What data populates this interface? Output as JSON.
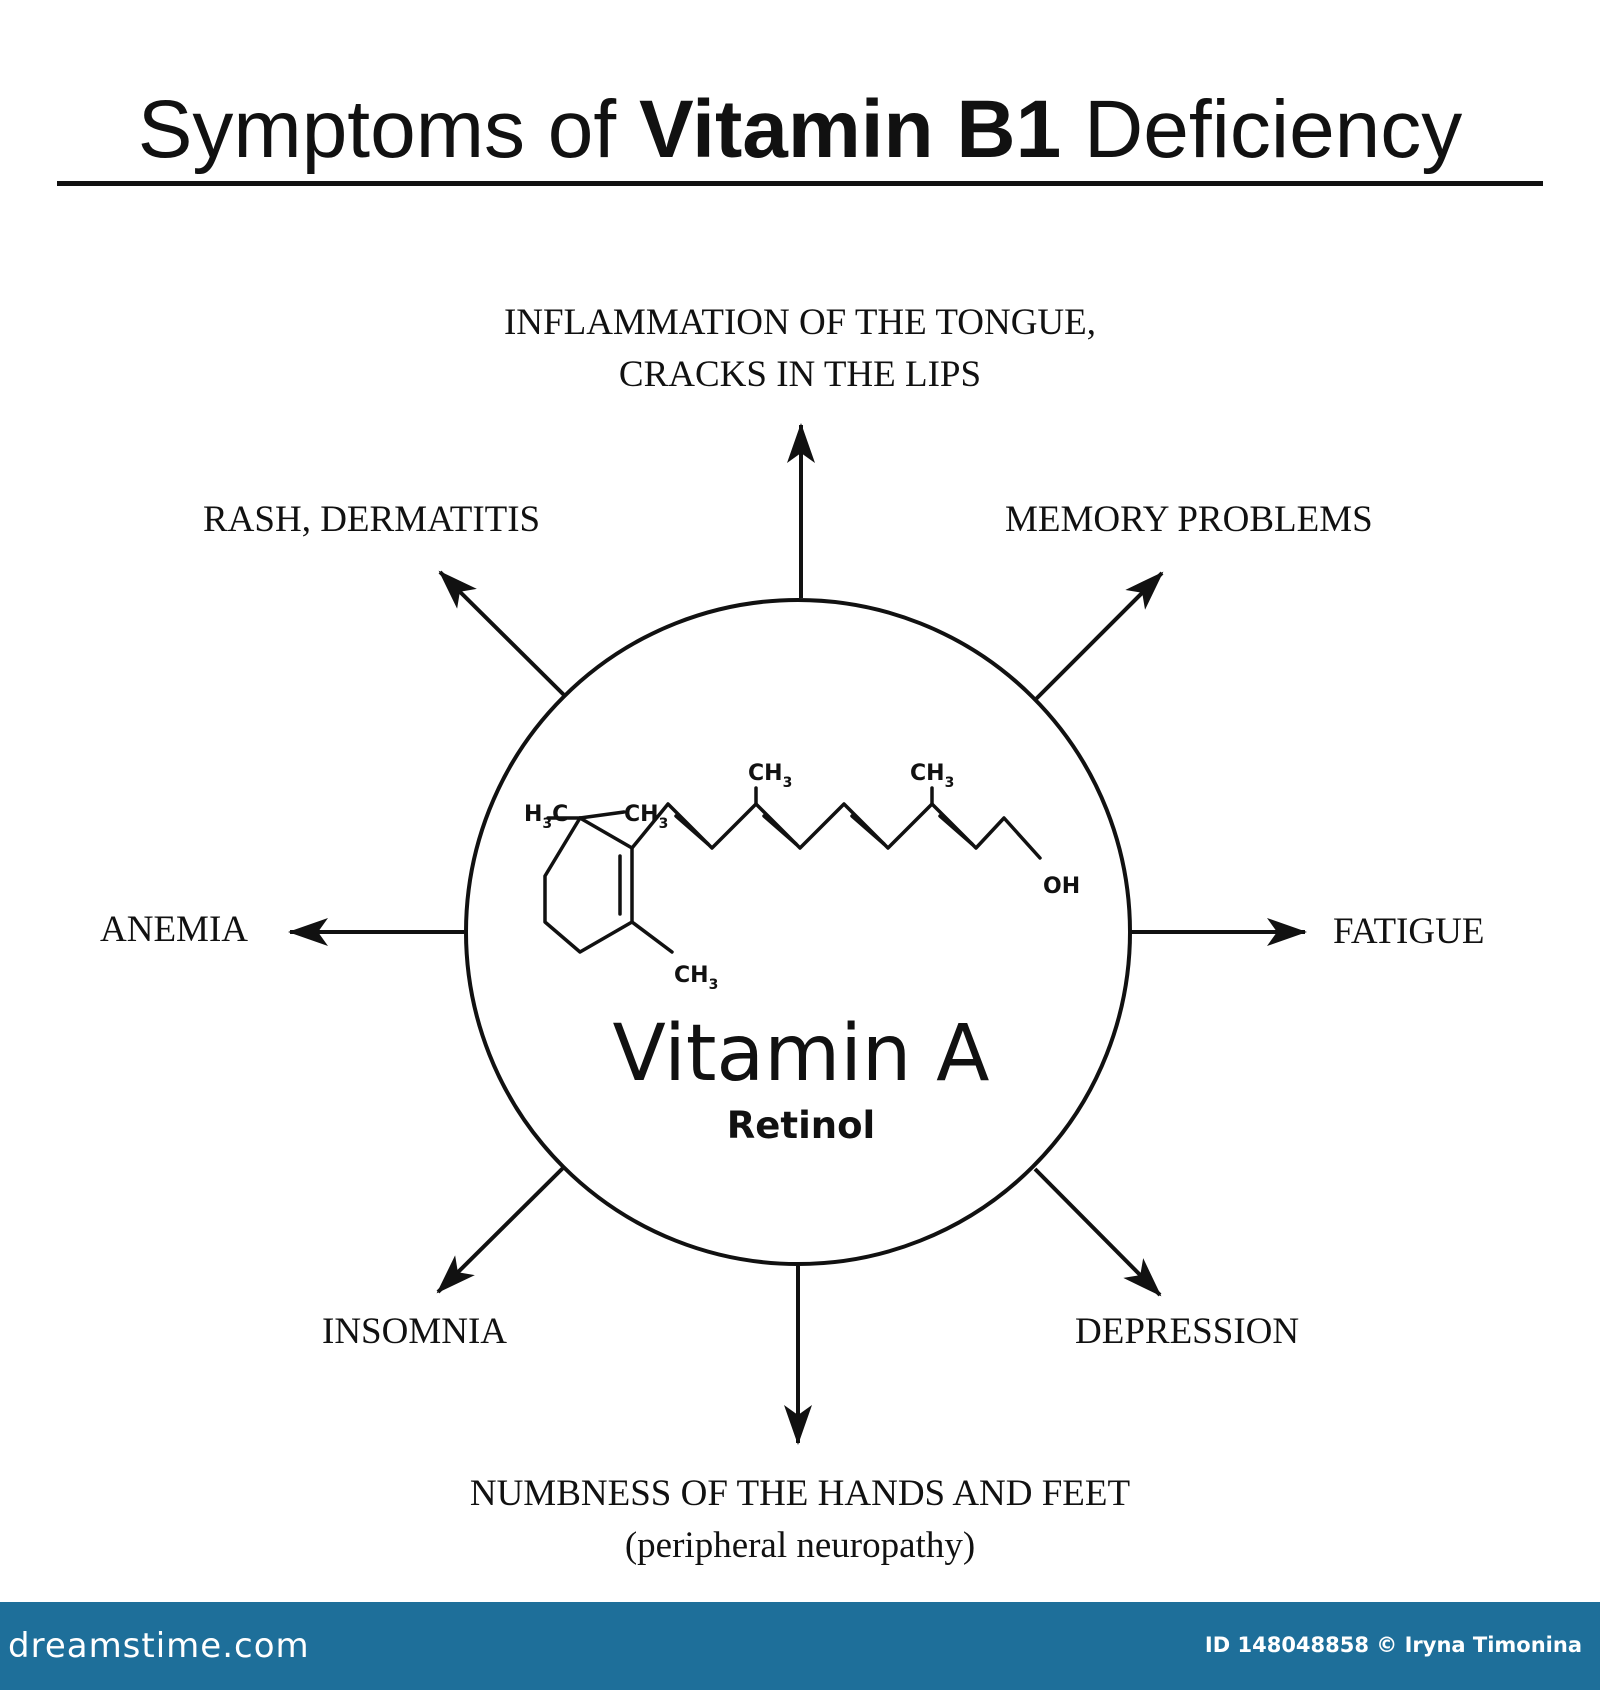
{
  "title": {
    "prefix": "Symptoms of ",
    "bold": "Vitamin B1",
    "suffix": " Deficiency"
  },
  "center": {
    "name": "Vitamin A",
    "subtitle": "Retinol",
    "formula_labels": [
      "H",
      "3",
      "C",
      "CH",
      "3",
      "CH",
      "3",
      "CH",
      "3",
      "CH",
      "3",
      "OH"
    ]
  },
  "symptoms": {
    "top": [
      "INFLAMMATION OF THE TONGUE,",
      "CRACKS IN THE LIPS"
    ],
    "top_left": "RASH, DERMATITIS",
    "top_right": "MEMORY PROBLEMS",
    "left": "ANEMIA",
    "right": "FATIGUE",
    "bottom_left": "INSOMNIA",
    "bottom_right": "DEPRESSION",
    "bottom": [
      "NUMBNESS OF THE HANDS AND FEET",
      "(peripheral neuropathy)"
    ]
  },
  "footer": {
    "logo": "dreamstime.com",
    "credit": "ID 148048858 © Iryna Timonina"
  },
  "colors": {
    "ink": "#111111",
    "footer_bg": "#1e6f9a",
    "footer_text": "#ffffff"
  }
}
